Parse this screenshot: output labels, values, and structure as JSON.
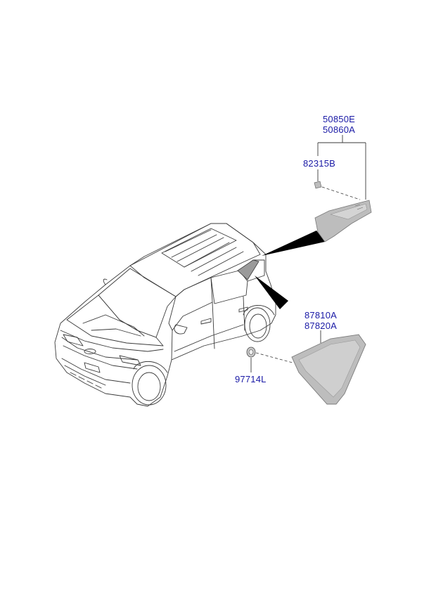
{
  "parts": {
    "p50850e": "50850E",
    "p50860a": "50860A",
    "p82315b": "82315B",
    "p87810a": "87810A",
    "p87820a": "87820A",
    "p97714l": "97714L"
  },
  "colors": {
    "label": "#1a1aa6",
    "line": "#3a3a3a",
    "part_fill": "#bdbdbd",
    "part_edge": "#7a7a7a",
    "pointer": "#000000"
  }
}
